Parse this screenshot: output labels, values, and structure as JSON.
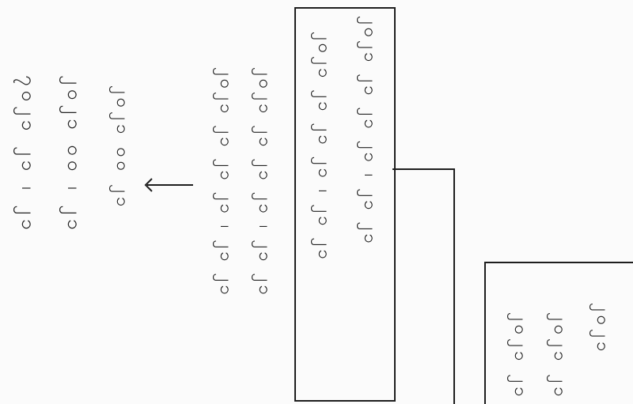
{
  "left_notes": [
    "၇ဝ၂၁ ၂၁ ၊ ၂၁",
    "၂၀၂၁ ၀၀ ၊ ၂၁",
    "၂၀၂၁ ၀၀ ၂၁"
  ],
  "mid_notes": [
    "၂၀၂၁ ၂၁ ၂၁ ၂၁ ၊ ၂၁ ၂၁",
    "၂၀၂၁ ၂၁ ၂၁ ၂၁ ၊ ၂၁ ၂၁"
  ],
  "box_main": [
    "၂၀၂၁ ၂၁ ၂၁ ၂၁ ၊ ၂၁ ၂၁",
    "၂၀၂၁ ၂၁ ၂၁ ၂၁ ၊ ၂၁ ၂၁"
  ],
  "box_right": [
    "၂၀၂၁ ၂၁",
    "၂၀၂၁ ၂၁",
    "၂၀၂၁"
  ]
}
